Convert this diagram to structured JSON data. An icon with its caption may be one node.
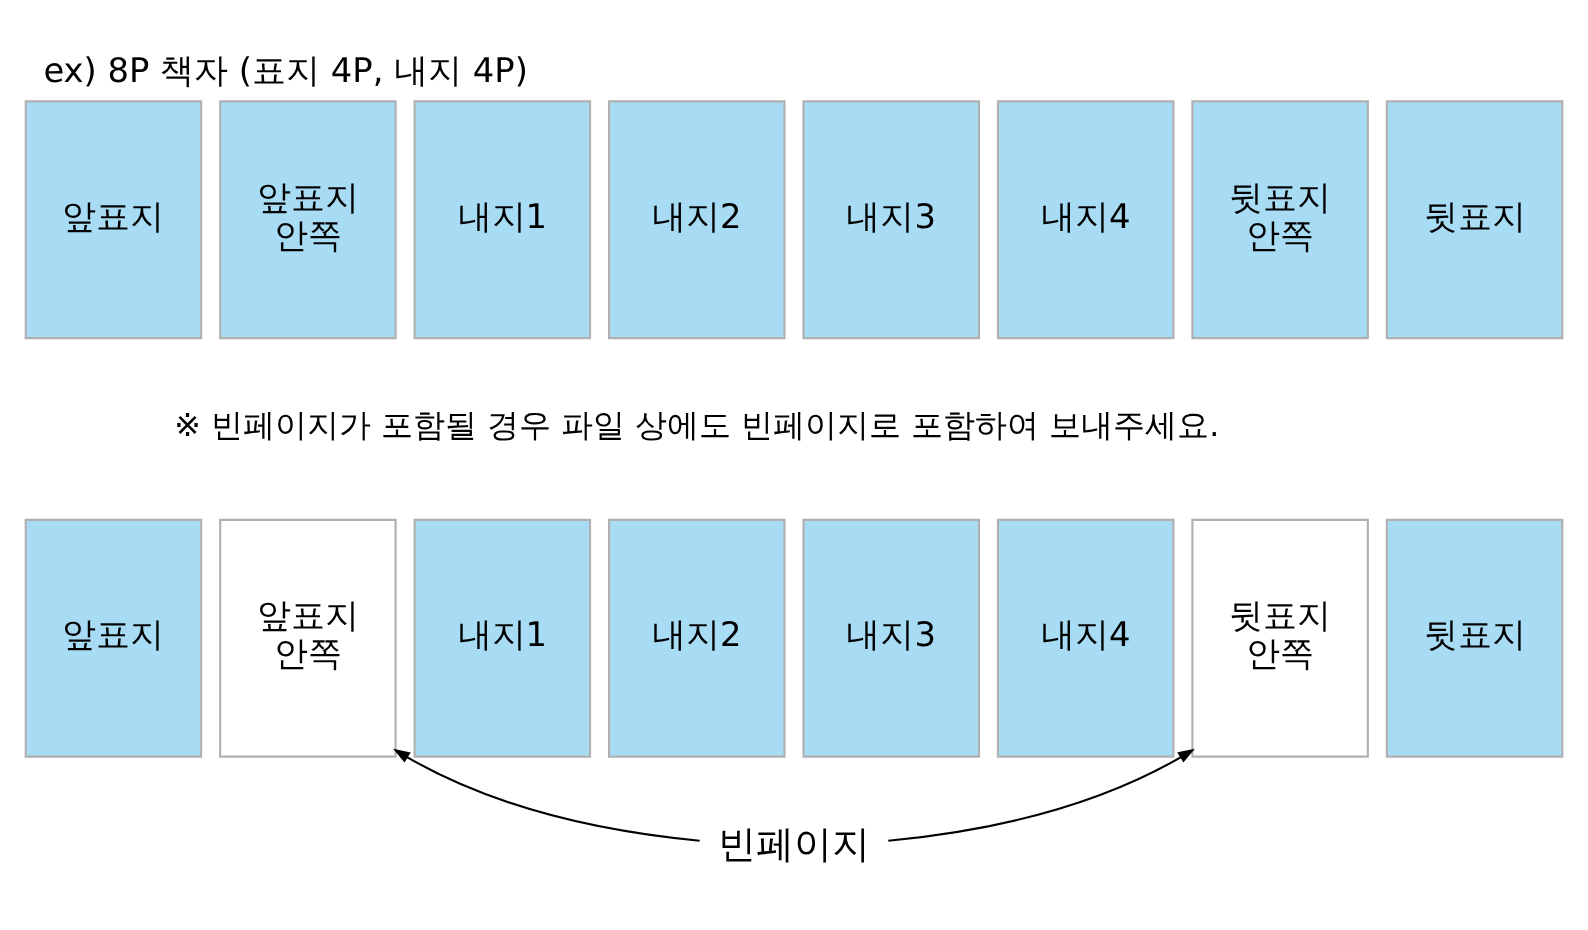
{
  "diagram": {
    "title": "ex) 8P 책자 (표지 4P, 내지 4P)",
    "nodes": [
      {
        "text": [
          "앞표지"
        ]
      },
      {
        "text": [
          "앞표지 안쪽"
        ]
      },
      {
        "text": [
          "내지1"
        ]
      },
      {
        "text": [
          "내지2"
        ]
      },
      {
        "text": [
          "내지3"
        ]
      },
      {
        "text": [
          "내지4"
        ]
      },
      {
        "text": [
          "뒷표지 안쪽"
        ]
      },
      {
        "text": [
          "뒷표지"
        ]
      },
      {
        "text": [
          "앞표지"
        ]
      },
      {
        "text": [
          "앞표지 안쪽"
        ]
      },
      {
        "text": [
          "내지1"
        ]
      },
      {
        "text": [
          "내지2"
        ]
      },
      {
        "text": [
          "내지3"
        ]
      },
      {
        "text": [
          "내지4"
        ]
      },
      {
        "text": [
          "뒷표지 안쪽"
        ]
      },
      {
        "text": [
          "뒷표지"
        ]
      },
      {
        "text": [
          "빈페이지"
        ]
      }
    ],
    "edges": [
      {
        "from": 16,
        "to": 9,
        "arrow": "to"
      },
      {
        "from": 16,
        "to": 14,
        "arrow": "to"
      }
    ],
    "labels": [
      "※ 빈페이지가 포함될 경우 파일 상에도 빈페이지로 포함하여 보내주세요."
    ]
  }
}
